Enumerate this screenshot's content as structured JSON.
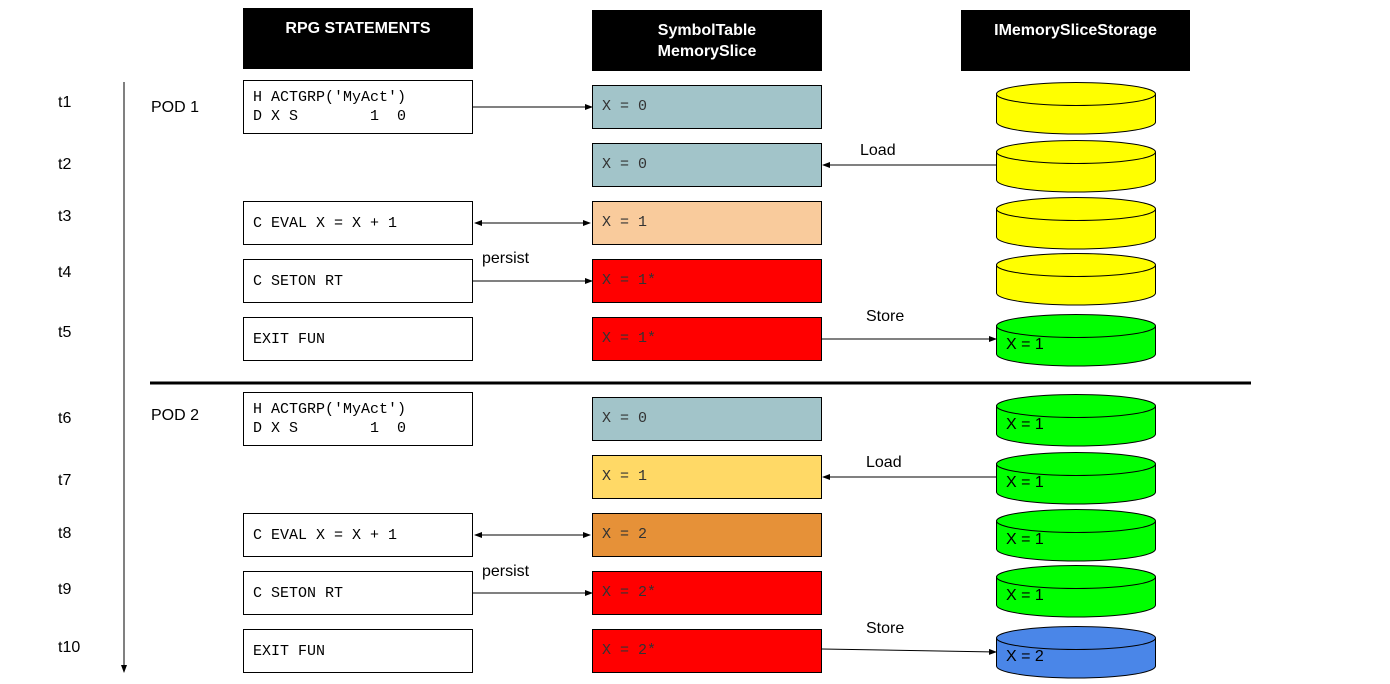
{
  "headers": {
    "rpg": "RPG STATEMENTS",
    "symbol_line1": "SymbolTable",
    "symbol_line2": "MemorySlice",
    "storage": "IMemorySliceStorage"
  },
  "times": [
    "t1",
    "t2",
    "t3",
    "t4",
    "t5",
    "t6",
    "t7",
    "t8",
    "t9",
    "t10"
  ],
  "pods": [
    "POD 1",
    "POD 2"
  ],
  "statements": {
    "s1": {
      "line1": "H ACTGRP('MyAct')",
      "line2": "D X S        1  0"
    },
    "s3": "C EVAL X = X + 1",
    "s4": "C SETON RT",
    "s5": "EXIT FUN",
    "s6": {
      "line1": "H ACTGRP('MyAct')",
      "line2": "D X S        1  0"
    },
    "s8": "C EVAL X = X + 1",
    "s9": "C SETON RT",
    "s10": "EXIT FUN"
  },
  "slices": [
    "X = 0",
    "X = 0",
    "X = 1",
    "X = 1*",
    "X = 1*",
    "X = 0",
    "X = 1",
    "X = 2",
    "X = 2*",
    "X = 2*"
  ],
  "slice_colors": [
    "#a2c4c9",
    "#a2c4c9",
    "#f9cb9c",
    "#ff0000",
    "#ff0000",
    "#a2c4c9",
    "#ffd966",
    "#e69138",
    "#ff0000",
    "#ff0000"
  ],
  "storage_values": [
    "",
    "",
    "",
    "",
    "X = 1",
    "X = 1",
    "X = 1",
    "X = 1",
    "X = 1",
    "X = 2"
  ],
  "storage_colors": [
    "#ffff00",
    "#ffff00",
    "#ffff00",
    "#ffff00",
    "#00ff00",
    "#00ff00",
    "#00ff00",
    "#00ff00",
    "#00ff00",
    "#4a86e8"
  ],
  "arrow_labels": {
    "load1": "Load",
    "persist1": "persist",
    "store1": "Store",
    "load2": "Load",
    "persist2": "persist",
    "store2": "Store"
  }
}
